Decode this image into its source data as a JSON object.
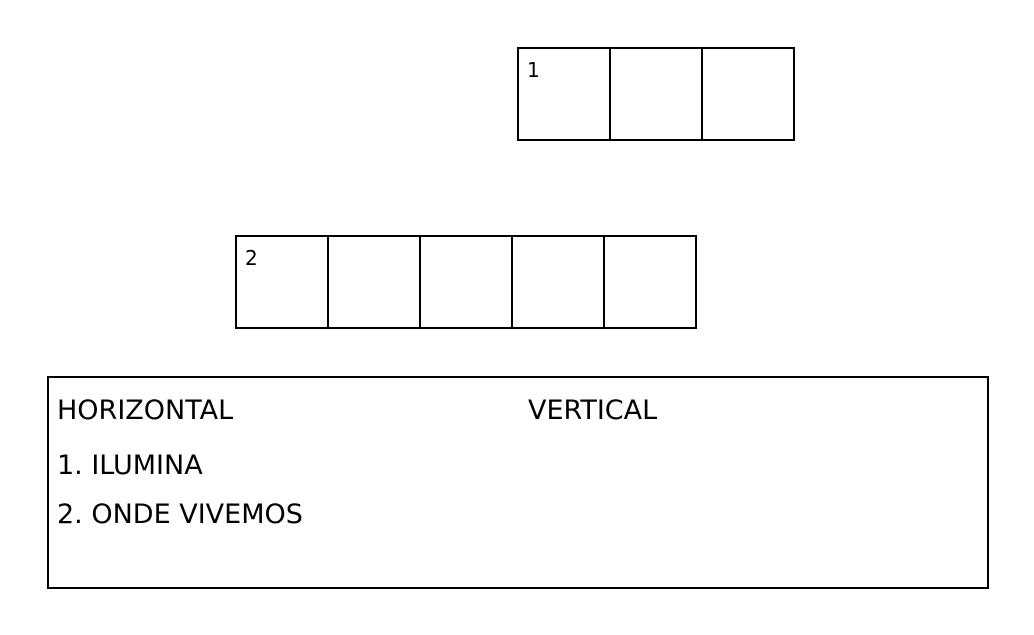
{
  "puzzle": {
    "words": [
      {
        "number": "1",
        "length": 3
      },
      {
        "number": "2",
        "length": 5
      }
    ]
  },
  "clues": {
    "horizontal": {
      "heading": "HORIZONTAL",
      "items": [
        "1. ILUMINA",
        "2. ONDE VIVEMOS"
      ]
    },
    "vertical": {
      "heading": "VERTICAL",
      "items": []
    }
  }
}
